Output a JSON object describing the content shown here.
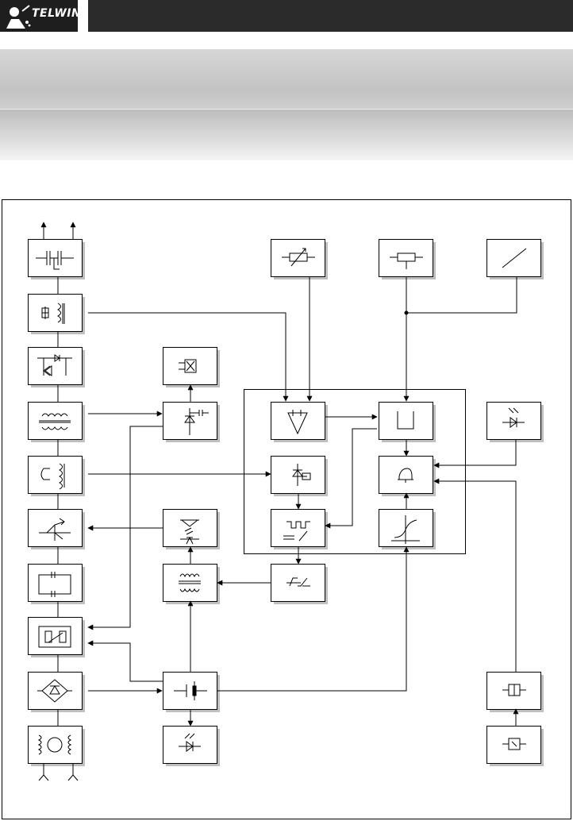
{
  "header": {
    "brand_text": "TELWIN"
  },
  "diagram": {
    "blocks": [
      {
        "id": "b1",
        "symbol": "switch"
      },
      {
        "id": "b2",
        "symbol": "transformer-ferrite"
      },
      {
        "id": "b3",
        "symbol": "diode-bridge"
      },
      {
        "id": "b4",
        "symbol": "coupled-inductor"
      },
      {
        "id": "b5",
        "symbol": "current-transformer"
      },
      {
        "id": "b6",
        "symbol": "igbt"
      },
      {
        "id": "b7",
        "symbol": "capacitors"
      },
      {
        "id": "b8",
        "symbol": "relay-resistor"
      },
      {
        "id": "b9",
        "symbol": "rectifier-bridge"
      },
      {
        "id": "b10",
        "symbol": "motor-fan"
      },
      {
        "id": "b11",
        "symbol": "crossed-box"
      },
      {
        "id": "b12",
        "symbol": "diode-capacitor"
      },
      {
        "id": "b13",
        "symbol": "optocoupler"
      },
      {
        "id": "b14",
        "symbol": "driver-transformer"
      },
      {
        "id": "b15",
        "symbol": "battery"
      },
      {
        "id": "b16",
        "symbol": "led"
      },
      {
        "id": "b17",
        "symbol": "variable-resistor"
      },
      {
        "id": "b18",
        "symbol": "potentiometer"
      },
      {
        "id": "b19",
        "symbol": "slash"
      },
      {
        "id": "b20",
        "symbol": "amplifier"
      },
      {
        "id": "b21",
        "symbol": "v-shape"
      },
      {
        "id": "b22",
        "symbol": "diode-comparator"
      },
      {
        "id": "b23",
        "symbol": "pwm"
      },
      {
        "id": "b24",
        "symbol": "timer"
      },
      {
        "id": "b25",
        "symbol": "bell"
      },
      {
        "id": "b26",
        "symbol": "curve"
      },
      {
        "id": "b27",
        "symbol": "led-indicator"
      },
      {
        "id": "b28",
        "symbol": "relay-top"
      },
      {
        "id": "b29",
        "symbol": "relay-bottom"
      }
    ]
  }
}
